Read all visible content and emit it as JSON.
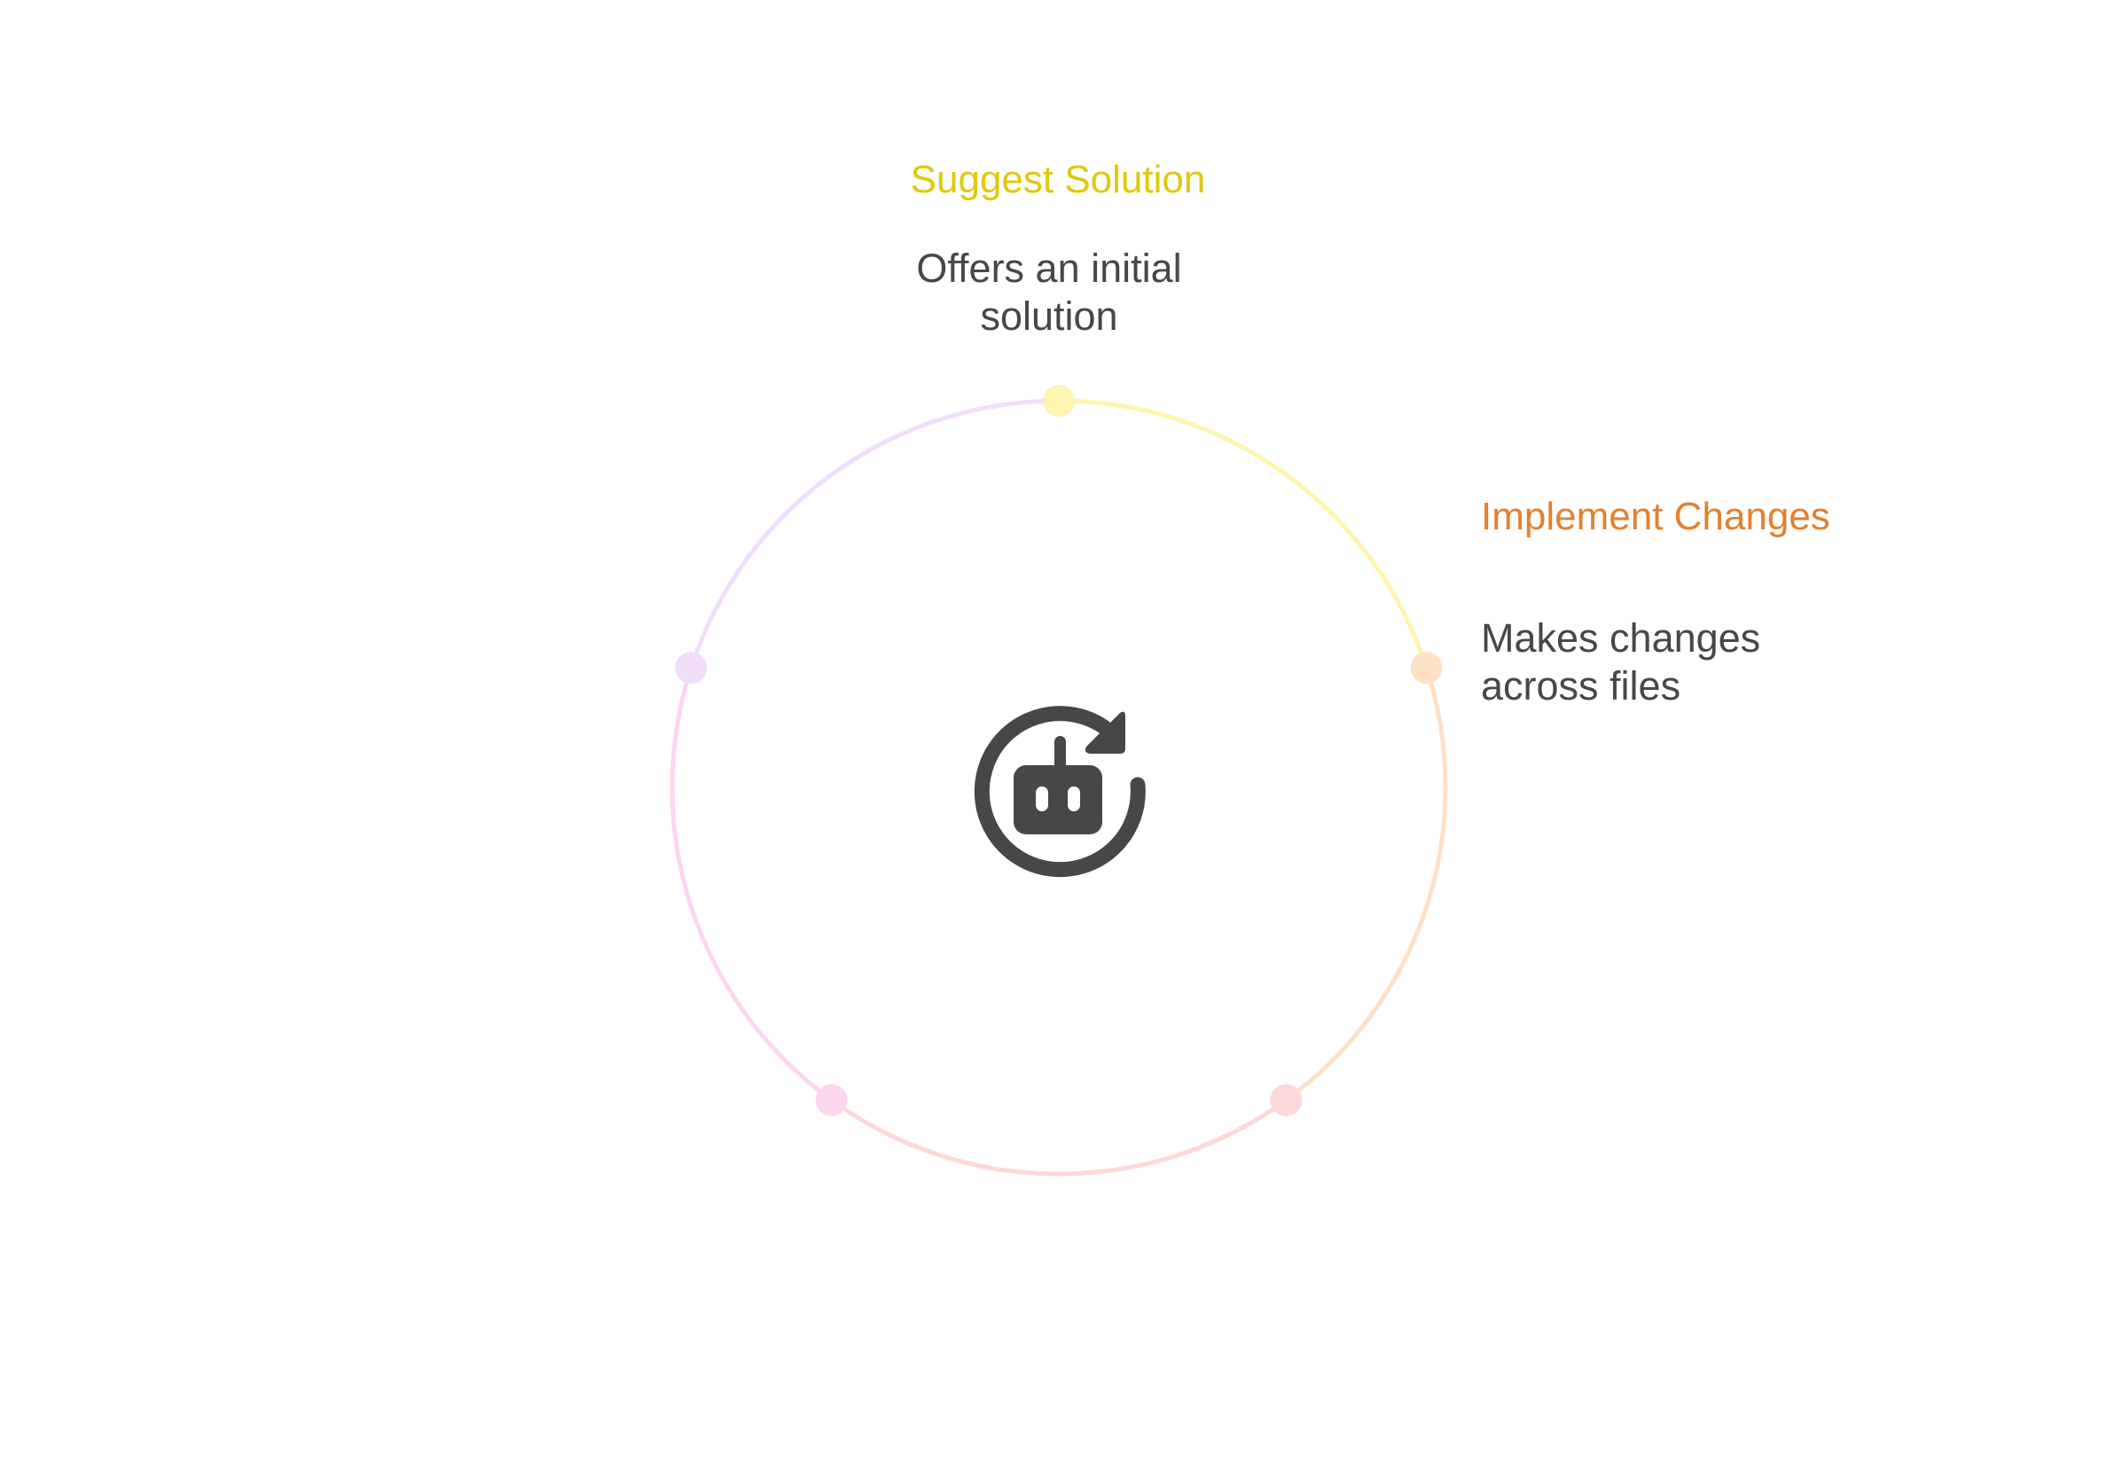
{
  "steps": [
    {
      "title": "Suggest Solution",
      "description": "Offers an initial solution",
      "color": "#dfc80e",
      "dot_color": "#fdf5b0"
    },
    {
      "title": "Implement Changes",
      "description": "Makes changes across files",
      "color": "#e2812f",
      "dot_color": "#fde1c7"
    },
    {
      "title": "",
      "description": "",
      "color": "#f4a0a0",
      "dot_color": "#fdd8d8"
    },
    {
      "title": "",
      "description": "",
      "color": "#f2a0d0",
      "dot_color": "#fcd6ee"
    },
    {
      "title": "",
      "description": "",
      "color": "#c9a0f0",
      "dot_color": "#f1defb"
    }
  ],
  "center_icon": "robot-refresh-icon"
}
